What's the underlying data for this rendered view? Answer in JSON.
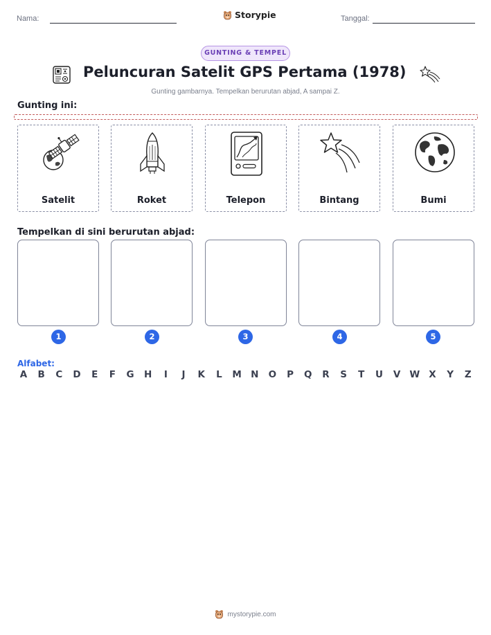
{
  "header": {
    "name_label": "Nama:",
    "date_label": "Tanggal:",
    "brand": "Storypie"
  },
  "badge": "GUNTING & TEMPEL",
  "title": "Peluncuran Satelit GPS Pertama (1978)",
  "subtitle": "Gunting gambarnya. Tempelkan berurutan abjad, A sampai Z.",
  "cut_section": {
    "label": "Gunting ini:",
    "cards": [
      {
        "label": "Satelit",
        "icon": "satellite-icon"
      },
      {
        "label": "Roket",
        "icon": "rocket-icon"
      },
      {
        "label": "Telepon",
        "icon": "phone-icon"
      },
      {
        "label": "Bintang",
        "icon": "shooting-star-icon"
      },
      {
        "label": "Bumi",
        "icon": "earth-icon"
      }
    ]
  },
  "paste_section": {
    "label": "Tempelkan di sini berurutan abjad:",
    "numbers": [
      "1",
      "2",
      "3",
      "4",
      "5"
    ]
  },
  "alphabet": {
    "label": "Alfabet:",
    "letters": [
      "A",
      "B",
      "C",
      "D",
      "E",
      "F",
      "G",
      "H",
      "I",
      "J",
      "K",
      "L",
      "M",
      "N",
      "O",
      "P",
      "Q",
      "R",
      "S",
      "T",
      "U",
      "V",
      "W",
      "X",
      "Y",
      "Z"
    ]
  },
  "footer": {
    "site": "mystorypie.com"
  },
  "colors": {
    "accent": "#2e67e6",
    "badge_bg": "#efe6fb",
    "badge_text": "#6a3fb5",
    "cut_line": "#c25a5a"
  }
}
